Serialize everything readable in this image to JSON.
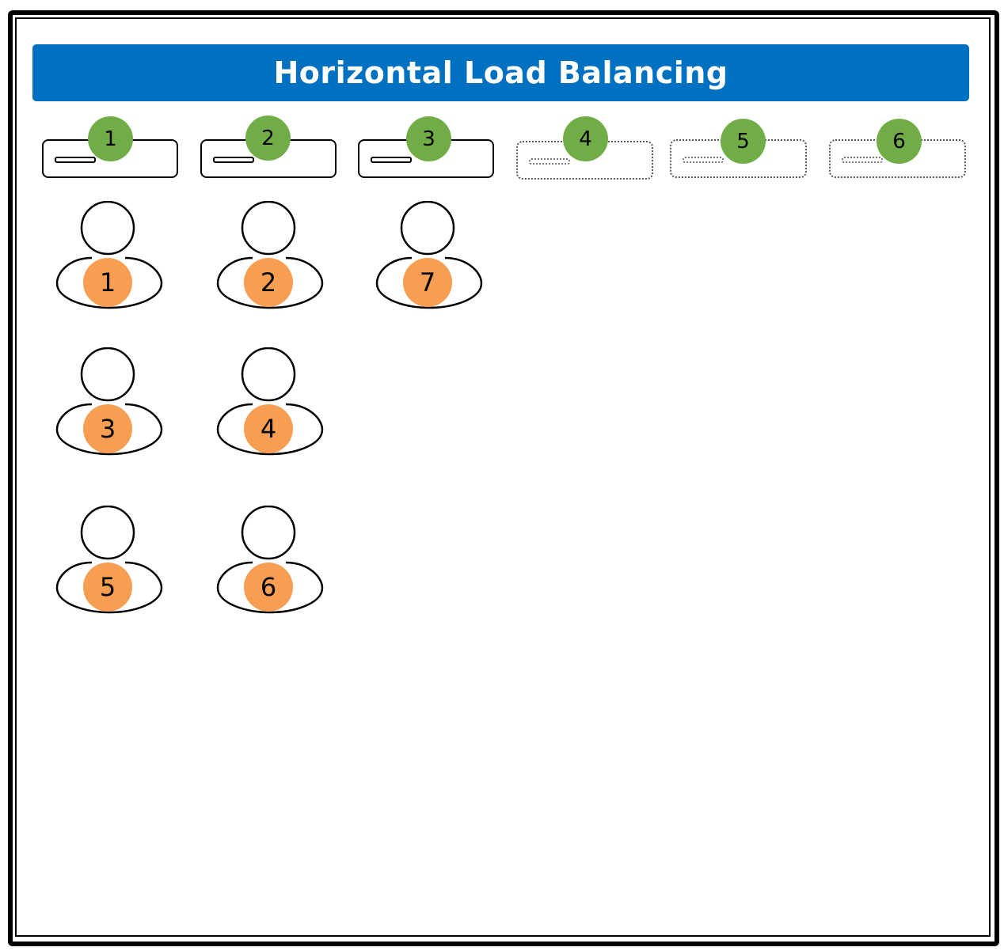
{
  "title": "Horizontal Load Balancing",
  "colors": {
    "banner": "#0070C0",
    "server_badge": "#70AD47",
    "user_badge": "#F79E52",
    "outline": "#000000"
  },
  "servers": [
    {
      "label": "1",
      "state": "active"
    },
    {
      "label": "2",
      "state": "active"
    },
    {
      "label": "3",
      "state": "active"
    },
    {
      "label": "4",
      "state": "inactive"
    },
    {
      "label": "5",
      "state": "inactive"
    },
    {
      "label": "6",
      "state": "inactive"
    }
  ],
  "users": [
    {
      "label": "1",
      "server": "1"
    },
    {
      "label": "2",
      "server": "2"
    },
    {
      "label": "7",
      "server": "3"
    },
    {
      "label": "3",
      "server": "1"
    },
    {
      "label": "4",
      "server": "2"
    },
    {
      "label": "5",
      "server": "1"
    },
    {
      "label": "6",
      "server": "2"
    }
  ]
}
